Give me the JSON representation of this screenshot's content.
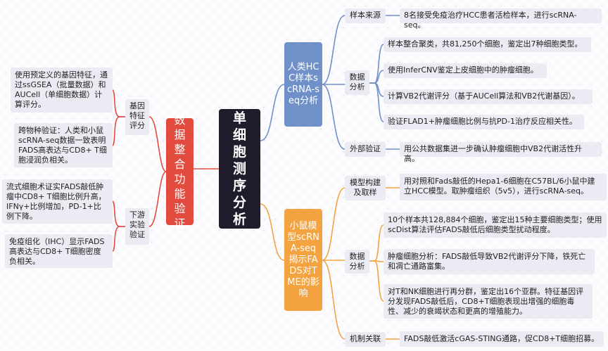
{
  "root": {
    "label": "单细胞测序分析"
  },
  "left_branch": {
    "label": "数据整合功能验证",
    "color": "#e34b3f",
    "children": [
      {
        "label": "基因特征评分",
        "leaves": [
          "使用预定义的基因特征，通过ssGSEA（批量数据）和AUCell（单细胞数据）计算评分。",
          "跨物种验证：人类和小鼠scRNA-seq数据一致表明FADS高表达与CD8+ T细胞浸润负相关。"
        ]
      },
      {
        "label": "下游实验验证",
        "leaves": [
          "流式细胞术证实FADS敲低肿瘤中CD8+ T细胞比例升高，IFNγ+比例增加，PD-1+比例下降。",
          "免疫组化（IHC）显示FADS高表达与CD8+ T细胞密度负相关。"
        ]
      }
    ]
  },
  "human_branch": {
    "label": "人类HCC样本scRNA-seq分析",
    "color": "#6f90c8",
    "children": [
      {
        "label": "样本来源",
        "leaves": [
          "8名接受免疫治疗HCC患者活检样本，进行scRNA-seq。"
        ]
      },
      {
        "label": "数据分析",
        "leaves": [
          "样本整合聚类，共81,250个细胞，鉴定出7种细胞类型。",
          "使用InferCNV鉴定上皮细胞中的肿瘤细胞。",
          "计算VB2代谢评分（基于AUCell算法和VB2代谢基因）。",
          "验证FLAD1+肿瘤细胞比例与抗PD-1治疗反应相关性。"
        ]
      },
      {
        "label": "外部验证",
        "leaves": [
          "用公共数据集进一步确认肿瘤细胞中VB2代谢活性升高。"
        ]
      }
    ]
  },
  "mouse_branch": {
    "label": "小鼠模型scRNA-seq揭示FADS对TME的影响",
    "color": "#f3a340",
    "children": [
      {
        "label": "模型构建及取样",
        "leaves": [
          "用对照和Fads敲低的Hepa1-6细胞在C57BL/6小鼠中建立HCC模型。取肿瘤组织（5v5），进行scRNA-seq。"
        ]
      },
      {
        "label": "数据分析",
        "leaves": [
          "10个样本共128,884个细胞，鉴定出15种主要细胞类型；使用scDist算法评估FADS敲低后细胞类型扰动程度。",
          "肿瘤细胞分析：FADS敲低导致VB2代谢评分下降，铁死亡和凋亡通路富集。",
          "对T和NK细胞进行再分群，鉴定出16个亚群。特征基因评分发现FADS敲低后，CD8+T细胞表现出增强的细胞毒性、减少的衰竭状态和更高的增殖能力。"
        ]
      },
      {
        "label": "机制关联",
        "leaves": [
          "FADS敲低激活cGAS-STING通路，促CD8+T细胞招募。"
        ]
      }
    ]
  }
}
